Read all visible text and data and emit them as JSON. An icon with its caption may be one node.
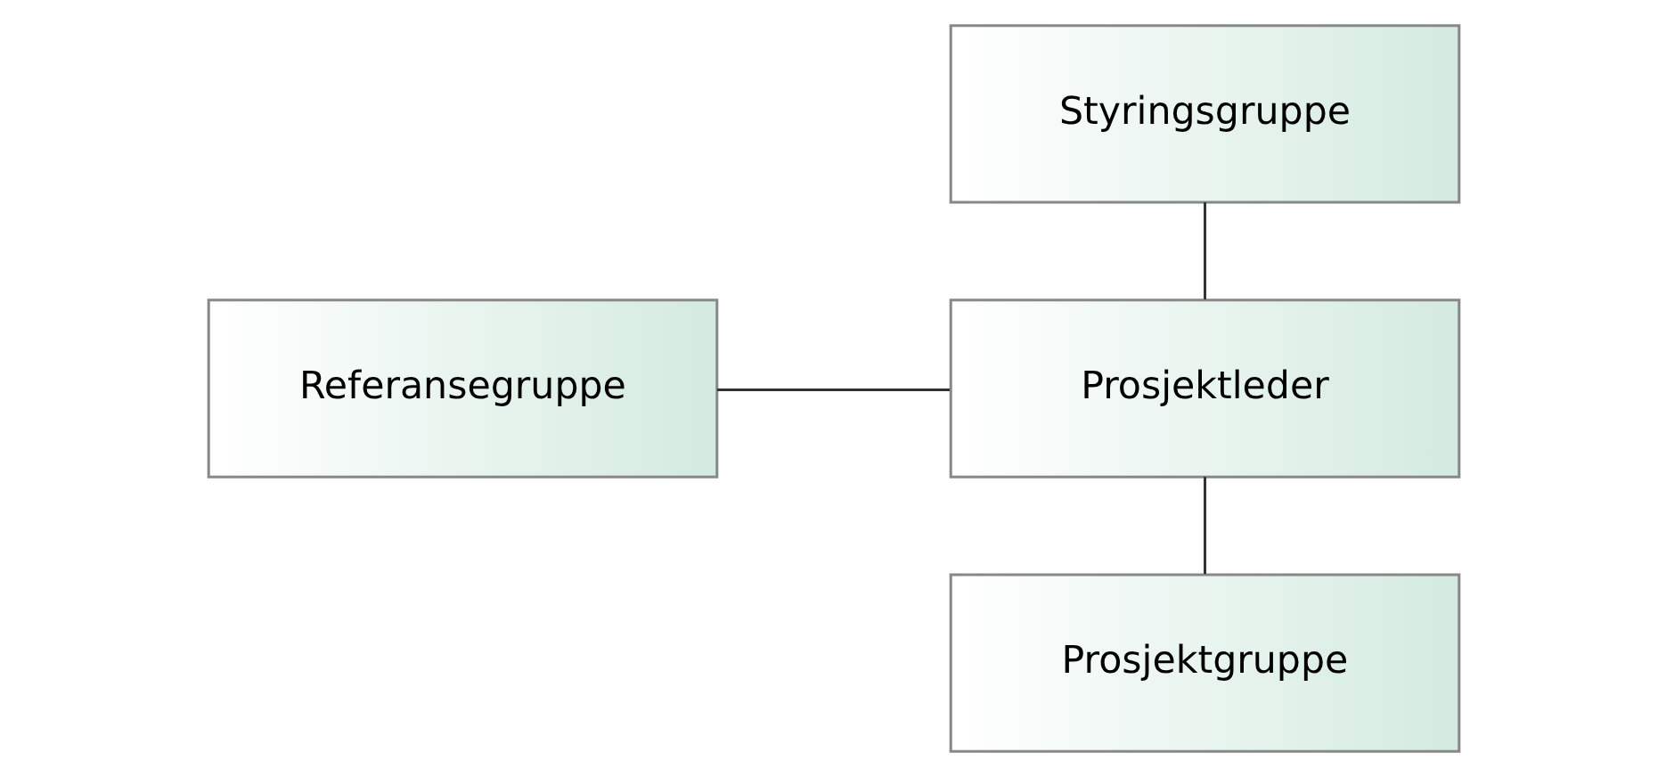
{
  "diagram": {
    "nodes": [
      {
        "text": [
          "Styringsgruppe"
        ]
      },
      {
        "text": [
          "Prosjektleder"
        ]
      },
      {
        "text": [
          "Referansegruppe"
        ]
      },
      {
        "text": [
          "Prosjektgruppe"
        ]
      }
    ],
    "edges": [
      {
        "from": 0,
        "to": 1,
        "arrow": "none"
      },
      {
        "from": 2,
        "to": 1,
        "arrow": "none"
      },
      {
        "from": 1,
        "to": 3,
        "arrow": "none"
      }
    ]
  }
}
